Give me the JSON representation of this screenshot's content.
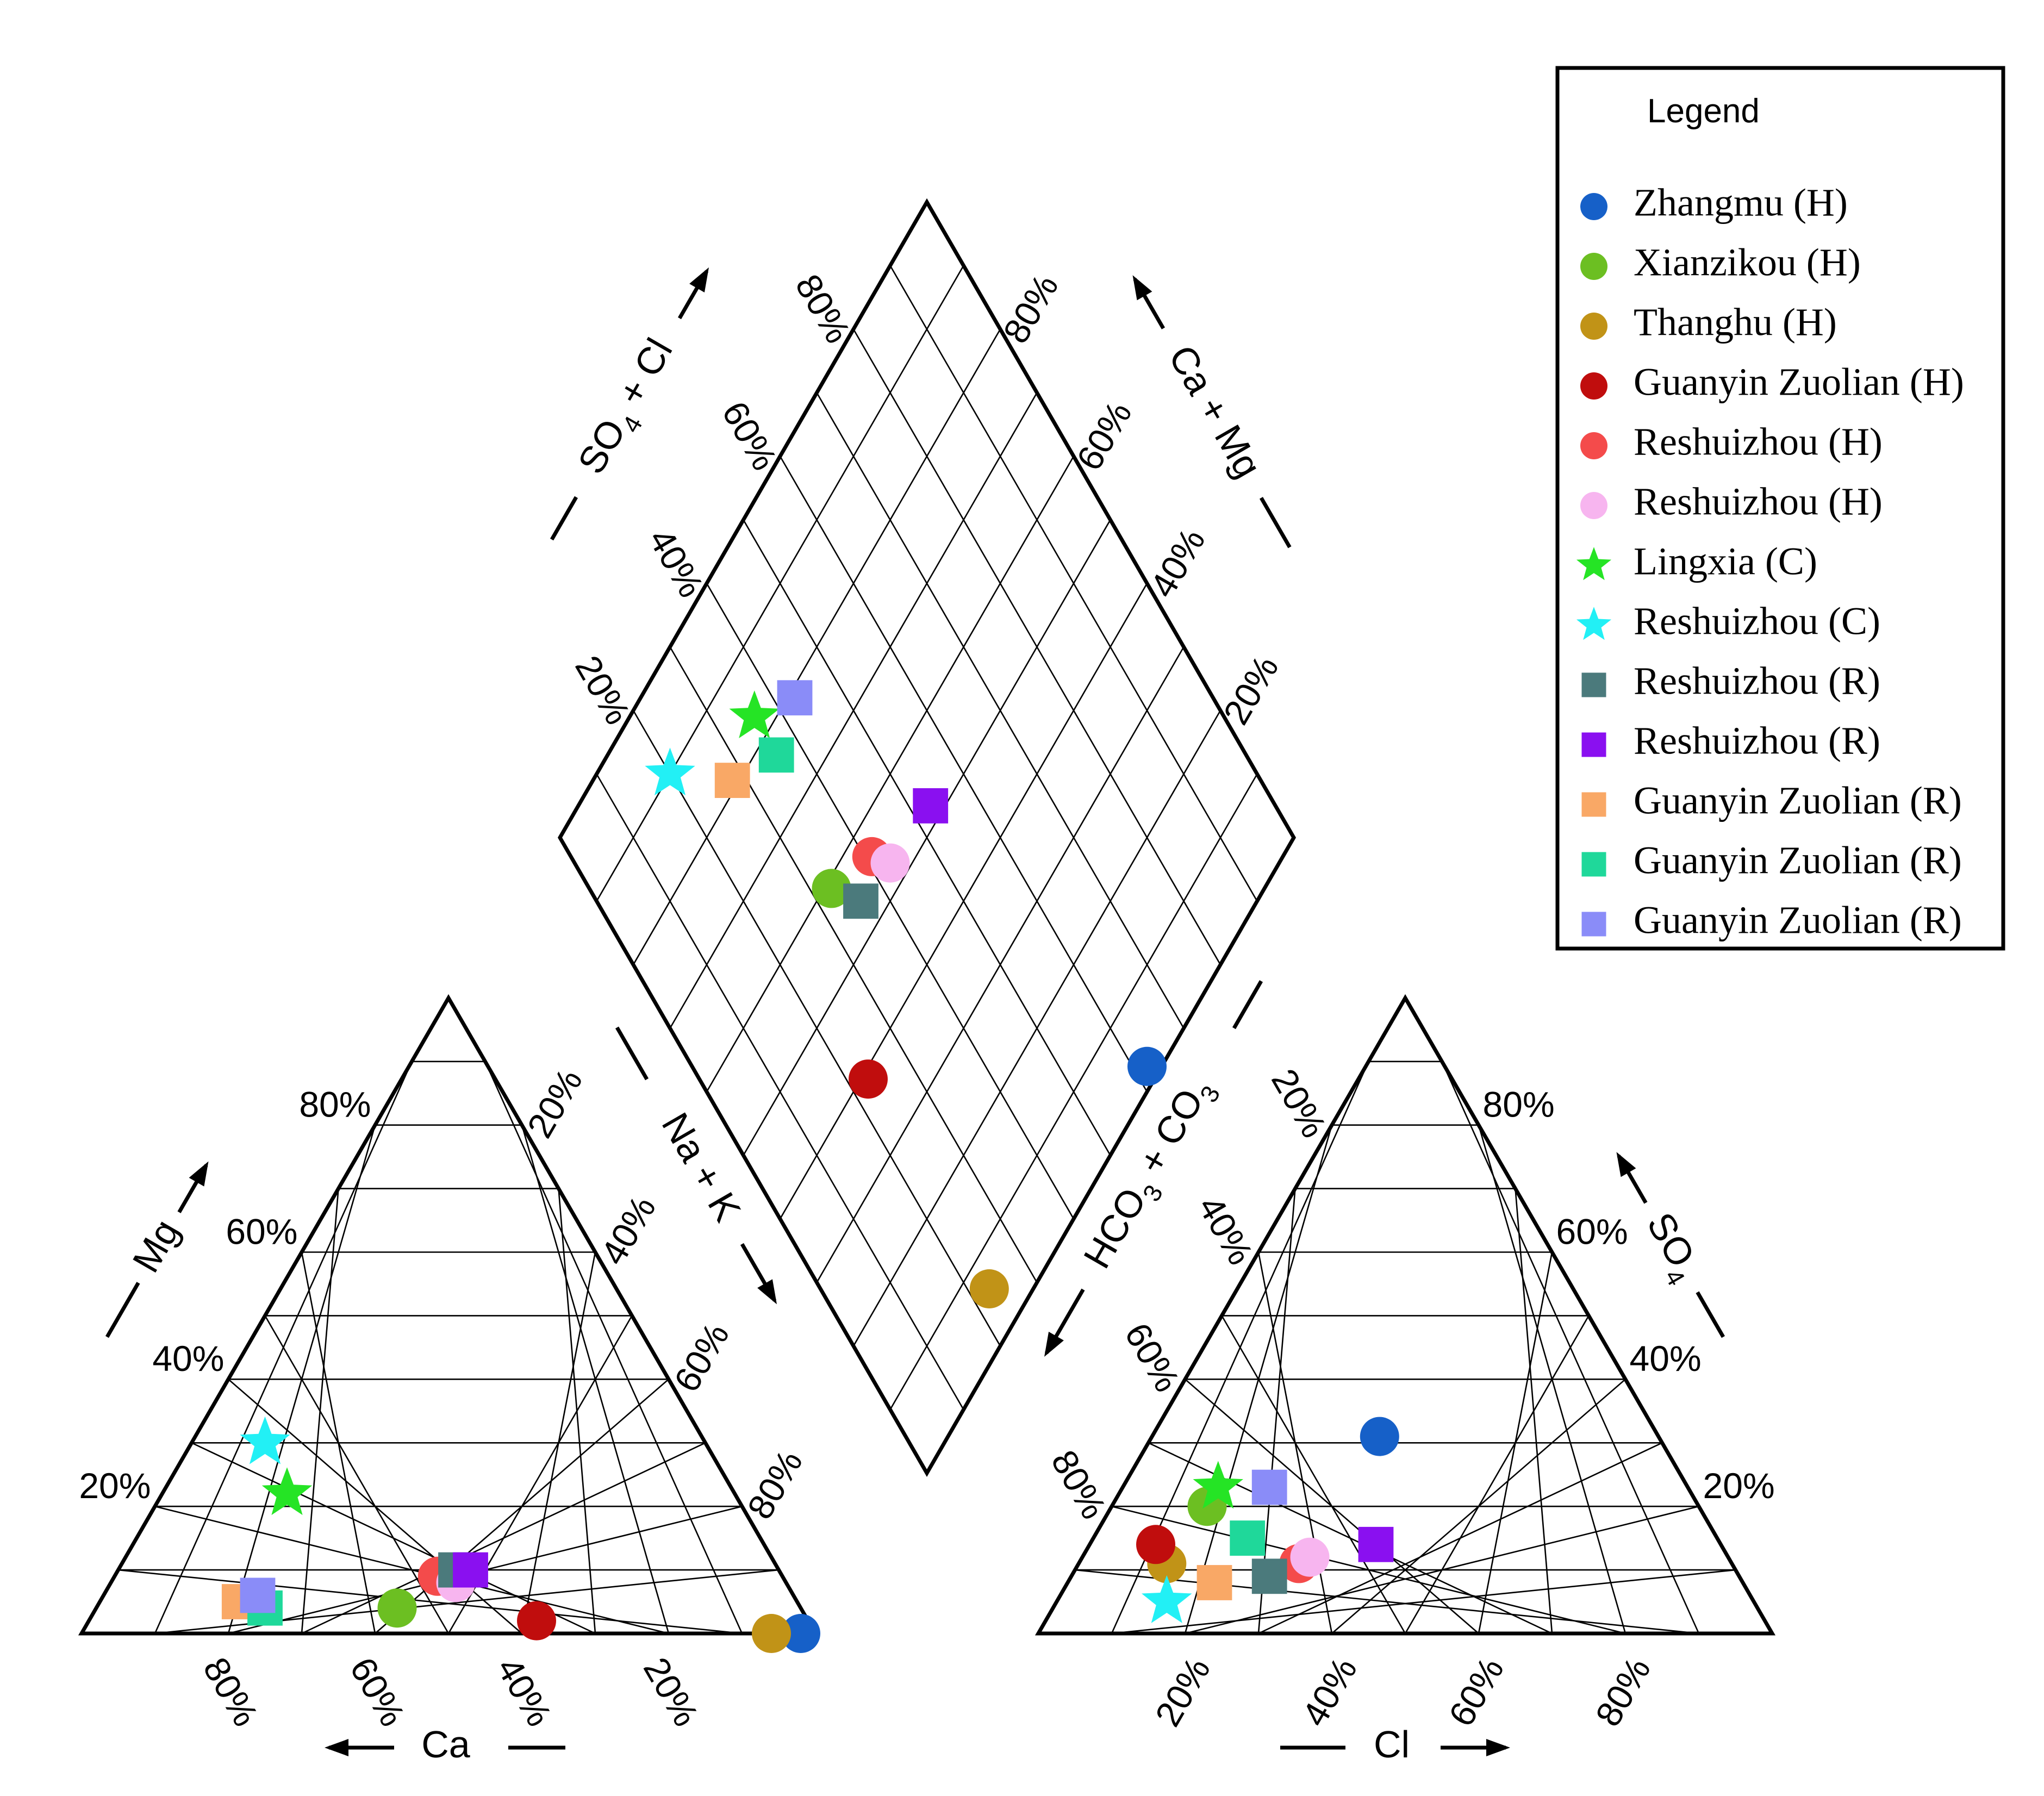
{
  "chart_data": {
    "type": "scatter",
    "title": "",
    "tick_labels": [
      "20%",
      "40%",
      "60%",
      "80%"
    ],
    "axes": {
      "cation_left": "Mg",
      "cation_bottom": "Ca",
      "anion_bottom": "Cl",
      "anion_right": "SO",
      "anion_right_sub": "4",
      "diamond_upper_left": {
        "a": "SO",
        "sub": "4",
        "b": " + Cl"
      },
      "diamond_upper_right": "Ca + Mg",
      "diamond_lower_left": "Na + K",
      "diamond_lower_right": {
        "a": "HCO",
        "sub1": "3",
        "b": " + CO",
        "sub2": "3"
      }
    },
    "legend": {
      "title": "Legend",
      "position": "top-right",
      "items": [
        {
          "label": "Zhangmu (H)",
          "shape": "circle",
          "color": "#1660c8"
        },
        {
          "label": "Xianzikou (H)",
          "shape": "circle",
          "color": "#6cbf22"
        },
        {
          "label": "Thanghu (H)",
          "shape": "circle",
          "color": "#c19317"
        },
        {
          "label": "Guanyin Zuolian (H)",
          "shape": "circle",
          "color": "#c00d0d"
        },
        {
          "label": "Reshuizhou (H)",
          "shape": "circle",
          "color": "#f44b4b"
        },
        {
          "label": "Reshuizhou (H)",
          "shape": "circle",
          "color": "#f7b5ef"
        },
        {
          "label": "Lingxia (C)",
          "shape": "star",
          "color": "#25e425"
        },
        {
          "label": "Reshuizhou (C)",
          "shape": "star",
          "color": "#22f0f5"
        },
        {
          "label": "Reshuizhou (R)",
          "shape": "square",
          "color": "#4b7a7c"
        },
        {
          "label": "Reshuizhou (R)",
          "shape": "square",
          "color": "#8a10f0"
        },
        {
          "label": "Guanyin Zuolian (R)",
          "shape": "square",
          "color": "#f9a866"
        },
        {
          "label": "Guanyin Zuolian (R)",
          "shape": "square",
          "color": "#1fd89a"
        },
        {
          "label": "Guanyin Zuolian (R)",
          "shape": "square",
          "color": "#8a8cf8"
        }
      ]
    },
    "units": "percent of meq/L",
    "samples": [
      {
        "ca": 2,
        "mg": 0,
        "cl": 31,
        "so4": 31
      },
      {
        "ca": 55,
        "mg": 4,
        "cl": 13,
        "so4": 20
      },
      {
        "ca": 6,
        "mg": 0,
        "cl": 12,
        "so4": 11
      },
      {
        "ca": 37,
        "mg": 2,
        "cl": 9,
        "so4": 14
      },
      {
        "ca": 47,
        "mg": 9,
        "cl": 30,
        "so4": 11
      },
      {
        "ca": 45,
        "mg": 8,
        "cl": 31,
        "so4": 12
      },
      {
        "ca": 61,
        "mg": 22,
        "cl": 13,
        "so4": 23
      },
      {
        "ca": 60,
        "mg": 30,
        "cl": 15,
        "so4": 5
      },
      {
        "ca": 44,
        "mg": 10,
        "cl": 27,
        "so4": 9
      },
      {
        "ca": 42,
        "mg": 10,
        "cl": 39,
        "so4": 14
      },
      {
        "ca": 76,
        "mg": 5,
        "cl": 20,
        "so4": 8
      },
      {
        "ca": 73,
        "mg": 4,
        "cl": 21,
        "so4": 15
      },
      {
        "ca": 73,
        "mg": 6,
        "cl": 20,
        "so4": 23
      }
    ]
  }
}
